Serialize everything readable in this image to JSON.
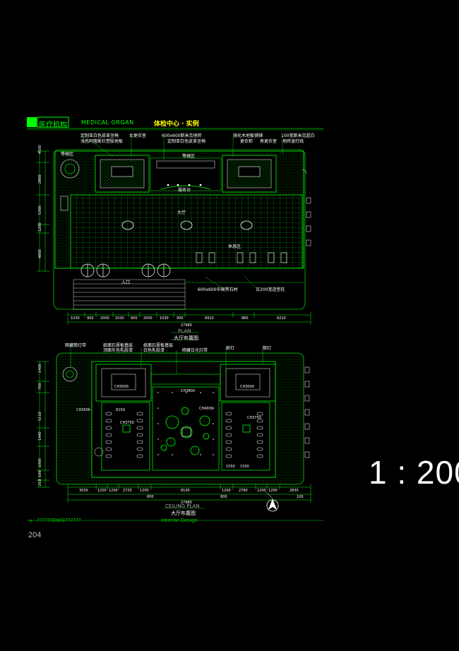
{
  "header": {
    "category_cn": "医疗机构",
    "category_en": "MEDICAL ORGAN",
    "title": "体检中心 · 实例"
  },
  "floor_plan": {
    "labels": {
      "waiting_left": "等候区",
      "waiting_right": "等候区",
      "service": "服务台",
      "hall": "大厅",
      "rest": "休息区",
      "entrance": "入口",
      "note1": "定制亚白色皮革坐椅",
      "note2": "浅色阿隆斯灶塑胶地板",
      "note3": "女更衣室",
      "note4": "600x600斯米克地砖",
      "note5": "定制亚白色皮革坐椅",
      "note6": "强化木地板铺铺",
      "note7": "更衣柜",
      "note8": "男更衣室",
      "note9": "100宽斯米克超白",
      "note10": "地砖波打线",
      "note11": "600x600中国黑石材",
      "note12": "见200宽造型柱"
    },
    "dims_bottom": [
      "1030",
      "900",
      "2000",
      "1030",
      "900",
      "2000",
      "1030",
      "900",
      "6910",
      "880",
      "6210"
    ],
    "dims_left": [
      "4500",
      "2800",
      "5300",
      "1200",
      "4800"
    ],
    "total": "27980",
    "title_en": "PLAN",
    "title_cn": "大厅布置图"
  },
  "ceiling_plan": {
    "labels": {
      "l1": "暗藏筒灯带",
      "l2": "纸面石膏板基层",
      "l3": "顶面灰色乳胶漆",
      "l4": "纸面石膏板基层",
      "l5": "白色乳胶漆",
      "l6": "暗藏日光灯带",
      "l7": "射灯",
      "l8": "筒灯",
      "ch1": "CH3000",
      "ch2": "CH3800",
      "ch3": "CH3000",
      "ch4": "CH3500",
      "ch5": "CH3750",
      "ch6": "CH4000",
      "ch7": "CH3750",
      "r": "R150",
      "d1": "1550",
      "d2": "1550"
    },
    "dims_bottom": [
      "3030",
      "1200",
      "1200",
      "2720",
      "1200",
      "8100",
      "1200",
      "2760",
      "1200",
      "1200",
      "2830"
    ],
    "dims_bottom2": [
      "600",
      "800",
      "100"
    ],
    "dims_left": [
      "1400",
      "700",
      "5110",
      "1440",
      "1000",
      "100",
      "210"
    ],
    "total": "27980",
    "title_en": "CEILING PLAN",
    "title_cn": "大厅布置图"
  },
  "footer": {
    "code": "??????DWG??????",
    "design": "Interior  Design"
  },
  "page_number": "204",
  "scale": "1 : 200"
}
